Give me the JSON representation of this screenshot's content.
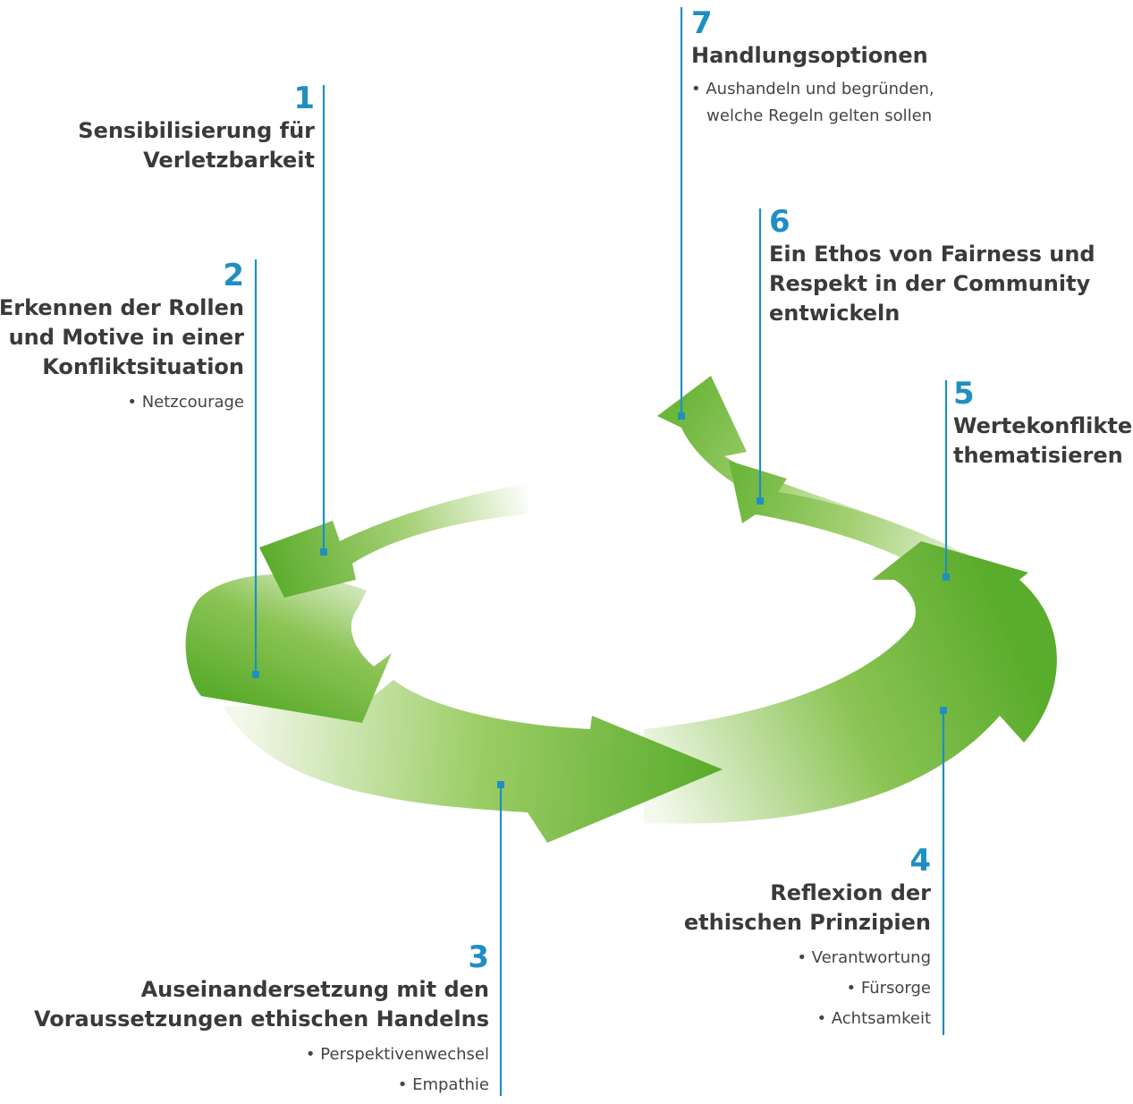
{
  "colors": {
    "arrow_dark": "#5aac2c",
    "arrow_mid": "#8cc455",
    "arrow_light": "#e6f3d8",
    "leader_line": "#1f8fc2"
  },
  "steps": [
    {
      "num": "1",
      "title_lines": [
        "Sensibilisierung für",
        "Verletzbarkeit"
      ],
      "bullets": []
    },
    {
      "num": "2",
      "title_lines": [
        "Erkennen der Rollen",
        "und Motive in einer",
        "Konfliktsituation"
      ],
      "bullets": [
        "Netzcourage"
      ]
    },
    {
      "num": "3",
      "title_lines": [
        "Auseinandersetzung mit den",
        "Voraussetzungen ethischen Handelns"
      ],
      "bullets": [
        "Perspektivenwechsel",
        "Empathie"
      ]
    },
    {
      "num": "4",
      "title_lines": [
        "Reflexion der",
        "ethischen Prinzipien"
      ],
      "bullets": [
        "Verantwortung",
        "Fürsorge",
        "Achtsamkeit"
      ]
    },
    {
      "num": "5",
      "title_lines": [
        "Wertekonflikte",
        "thematisieren"
      ],
      "bullets": []
    },
    {
      "num": "6",
      "title_lines": [
        "Ein Ethos von Fairness und",
        "Respekt in der Community",
        "entwickeln"
      ],
      "bullets": []
    },
    {
      "num": "7",
      "title_lines": [
        "Handlungsoptionen"
      ],
      "bullets": [
        "Aushandeln und begründen,",
        "welche Regeln gelten sollen"
      ]
    }
  ]
}
